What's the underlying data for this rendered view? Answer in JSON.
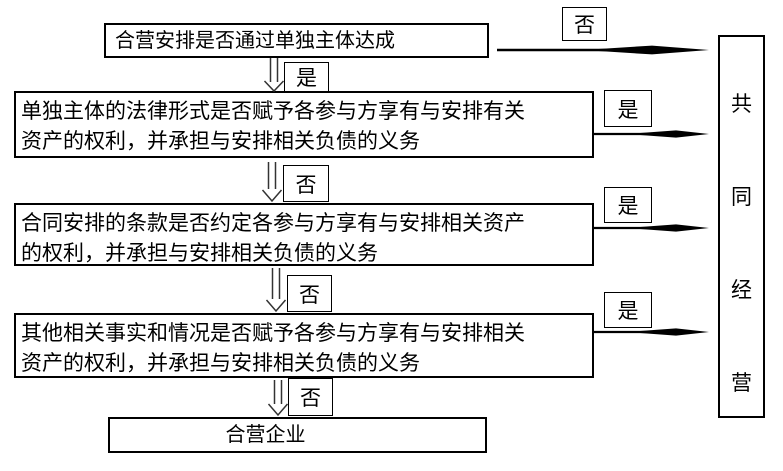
{
  "figure": {
    "background": "#ffffff",
    "line_color": "#000000",
    "border_color": "#000000",
    "text_color": "#000000",
    "boxes": {
      "q1": {
        "lines": [
          "合营安排是否通过单独主体达成"
        ]
      },
      "q2": {
        "lines": [
          "单独主体的法律形式是否赋予各参与方享有与安排有关",
          "资产的权利，并承担与安排相关负债的义务"
        ]
      },
      "q3": {
        "lines": [
          "合同安排的条款是否约定各参与方享有与安排相关资产",
          "的权利，并承担与安排相关负债的义务"
        ]
      },
      "q4": {
        "lines": [
          "其他相关事实和情况是否赋予各参与方享有与安排相关",
          "资产的权利，并承担与安排相关负债的义务"
        ]
      },
      "joint_venture": {
        "lines": [
          "合营企业"
        ]
      },
      "joint_operation": {
        "text": "共同经营",
        "chars": [
          "共",
          "同",
          "经",
          "营"
        ]
      }
    },
    "labels": {
      "q1_no": "否",
      "q1_yes": "是",
      "q2_yes": "是",
      "q2_no": "否",
      "q3_yes": "是",
      "q3_no": "否",
      "q4_yes": "是",
      "q4_no": "否"
    }
  }
}
